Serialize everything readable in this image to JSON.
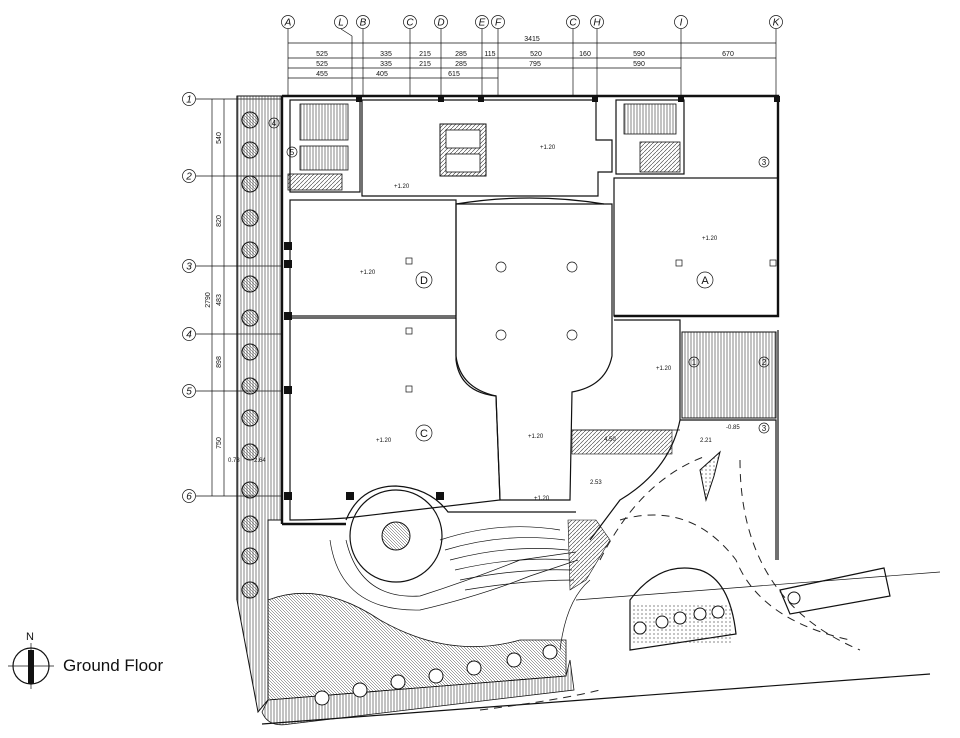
{
  "title": "Ground Floor",
  "north_label": "N",
  "grid_columns": [
    "A",
    "L",
    "B",
    "C",
    "D",
    "E",
    "F",
    "C",
    "H",
    "I",
    "K"
  ],
  "grid_rows": [
    "1",
    "2",
    "3",
    "4",
    "5",
    "6"
  ],
  "dimensions": {
    "overall_top": "3415",
    "row1": [
      "525",
      "335",
      "215",
      "285",
      "115",
      "520",
      "160",
      "590",
      "670"
    ],
    "row2": [
      "525",
      "335",
      "215",
      "285",
      "795",
      "590"
    ],
    "row3": [
      "455",
      "405",
      "615"
    ],
    "overall_left": "2790",
    "left_segments": [
      "540",
      "820",
      "483",
      "898",
      "750"
    ]
  },
  "rooms": [
    "D",
    "C",
    "A"
  ],
  "stair_markers": [
    "1",
    "2",
    "3"
  ],
  "circle_markers": [
    "4",
    "5",
    "3"
  ],
  "elevations": [
    "+1.20",
    "+1.20",
    "+1.20",
    "+1.20",
    "+1.20",
    "+1.20",
    "+1.20",
    "+1.20",
    "-0.85"
  ],
  "misc_labels": [
    "4.50",
    "2.21",
    "0.78",
    "2.64",
    "2.53"
  ]
}
